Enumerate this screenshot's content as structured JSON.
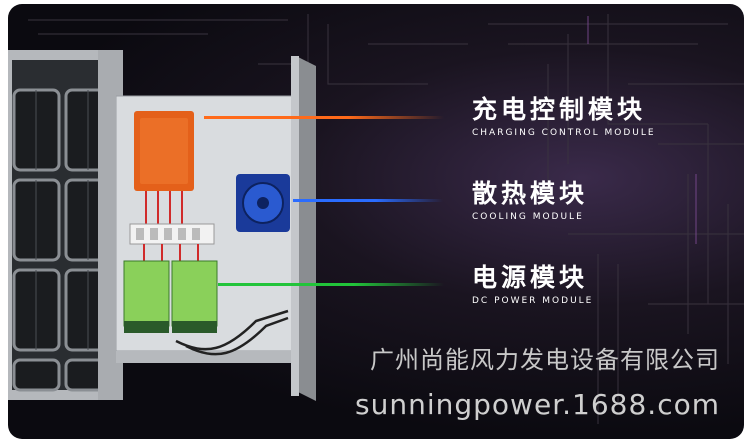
{
  "modules": [
    {
      "cn": "充电控制模块",
      "en": "CHARGING CONTROL MODULE",
      "color": "#ff6a1a"
    },
    {
      "cn": "散热模块",
      "en": "COOLING MODULE",
      "color": "#2a6cff"
    },
    {
      "cn": "电源模块",
      "en": "DC POWER MODULE",
      "color": "#22c43a"
    }
  ],
  "company": "广州尚能风力发电设备有限公司",
  "website": "sunningpower.1688.com"
}
